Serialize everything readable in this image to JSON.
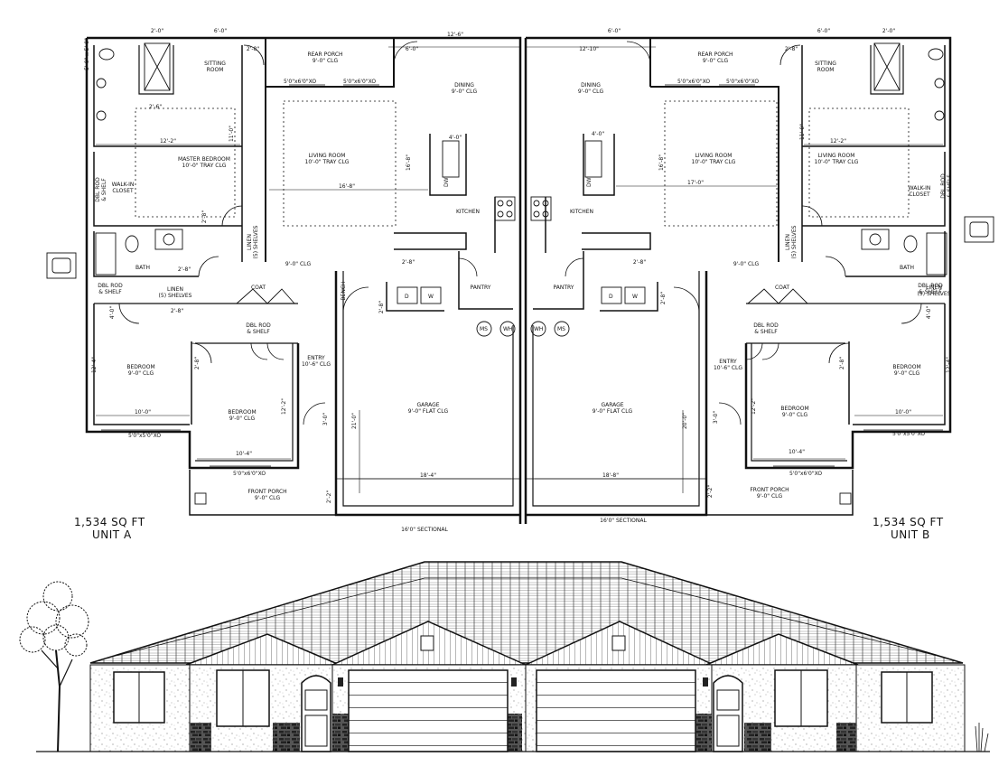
{
  "plan": {
    "unit_a": {
      "sqft": "1,534 SQ FT",
      "name": "UNIT A",
      "rooms": {
        "sitting": "SITTING\nROOM",
        "rear_porch": "REAR PORCH\n9'-0\" CLG",
        "dining": "DINING\n9'-0\" CLG",
        "living": "LIVING ROOM\n10'-0\" TRAY CLG",
        "master": "MASTER BEDROOM\n10'-0\" TRAY CLG",
        "walkin": "WALK-IN\nCLOSET",
        "kitchen": "KITCHEN",
        "pantry": "PANTRY",
        "bath": "BATH",
        "linen_shelves": "LINEN\n(5) SHELVES",
        "linen_shelf": "LINEN\n(5) SHELVES",
        "dbl_rod_1": "DBL ROD\n& SHELF",
        "dbl_rod_2": "DBL ROD\n& SHELF",
        "dbl_rod_wic": "DBL ROD\n& SHELF",
        "coat": "COAT",
        "bedroom1": "BEDROOM\n9'-0\" CLG",
        "bedroom2": "BEDROOM\n9'-0\" CLG",
        "entry": "ENTRY\n10'-6\" CLG",
        "garage": "GARAGE\n9'-0\" FLAT CLG",
        "front_porch": "FRONT PORCH\n9'-0\" CLG",
        "bench": "BENCH",
        "hall_clg": "9'-0\" CLG"
      },
      "dims": {
        "d1": "2'-0\"",
        "d2": "6'-0\"",
        "d3": "2'-8\"",
        "d4": "6'-0\"",
        "d5": "12'-6\"",
        "d6": "5'-0\" x 5'-0\"",
        "d7": "5'0\"x6'0\"XO",
        "d8": "5'0\"x6'0\"XO",
        "d9": "2'-6\"",
        "d10": "11'-0\"",
        "d11": "12'-2\"",
        "d12": "16'-8\"",
        "d13": "16'-8\"",
        "d14": "4'-0\"",
        "d15": "2'-8\"",
        "d16": "2'-8\"",
        "d17": "2'-8\"",
        "d18": "10'-0\"",
        "d19": "12'-4\"",
        "d20": "5'0\"x5'0\"XO",
        "d21": "10'-4\"",
        "d22": "12'-2\"",
        "d23": "5'0\"x6'0\"XO",
        "d24": "3'-0\"",
        "d25": "21'-0\"",
        "d26": "18'-4\"",
        "d27": "16'0\" SECTIONAL",
        "d28": "2'-2\"",
        "d29": "2'-8\"",
        "d30": "4'-0\"",
        "d31": "2'-8\"",
        "d32": "2'-8\""
      }
    },
    "unit_b": {
      "sqft": "1,534 SQ FT",
      "name": "UNIT B",
      "rooms": {
        "sitting": "SITTING\nROOM",
        "rear_porch": "REAR PORCH\n9'-0\" CLG",
        "dining": "DINING\n9'-0\" CLG",
        "living": "LIVING ROOM\n10'-0\" TRAY CLG",
        "master": "LIVING ROOM\n10'-0\" TRAY CLG",
        "walkin": "WALK-IN\nCLOSET",
        "kitchen": "KITCHEN",
        "pantry": "PANTRY",
        "bath": "BATH",
        "linen_shelves": "LINEN\n(5) SHELVES",
        "linen_shelf": "LINEN\n(5) SHELVES",
        "dbl_rod_1": "DBL ROD\n& SHELF",
        "dbl_rod_2": "DBL ROD\n& SHELF",
        "dbl_rod_wic": "DBL ROD\n& SHELF",
        "coat": "COAT",
        "bedroom1": "BEDROOM\n9'-0\" CLG",
        "bedroom2": "BEDROOM\n9'-0\" CLG",
        "entry": "ENTRY\n10'-6\" CLG",
        "garage": "GARAGE\n9'-0\" FLAT CLG",
        "front_porch": "FRONT PORCH\n9'-0\" CLG",
        "hall_clg": "9'-0\" CLG"
      },
      "dims": {
        "d1": "2'-0\"",
        "d2": "6'-0\"",
        "d3": "2'-8\"",
        "d4": "6'-0\"",
        "d5": "12'-10\"",
        "d7": "5'0\"x6'0\"XO",
        "d8": "5'0\"x6'0\"XO",
        "d10": "11'-0\"",
        "d11": "12'-2\"",
        "d12": "17'-0\"",
        "d13": "16'-8\"",
        "d14": "4'-0\"",
        "d15": "2'-8\"",
        "d18": "10'-0\"",
        "d19": "12'-4\"",
        "d20": "5'0\"x5'0\"XO",
        "d21": "10'-4\"",
        "d22": "12'-2\"",
        "d23": "5'0\"x6'0\"XO",
        "d25": "20'-0\"",
        "d26": "18'-8\"",
        "d27": "16'0\" SECTIONAL",
        "d28": "2'-2\"",
        "d29": "2'-8\"",
        "d30": "4'-0\"",
        "d31": "2'-8\"",
        "d24": "3'-0\""
      }
    },
    "appliances": {
      "dw": "DW",
      "w": "W",
      "d": "D",
      "ms": "MS",
      "wh": "WH"
    }
  }
}
